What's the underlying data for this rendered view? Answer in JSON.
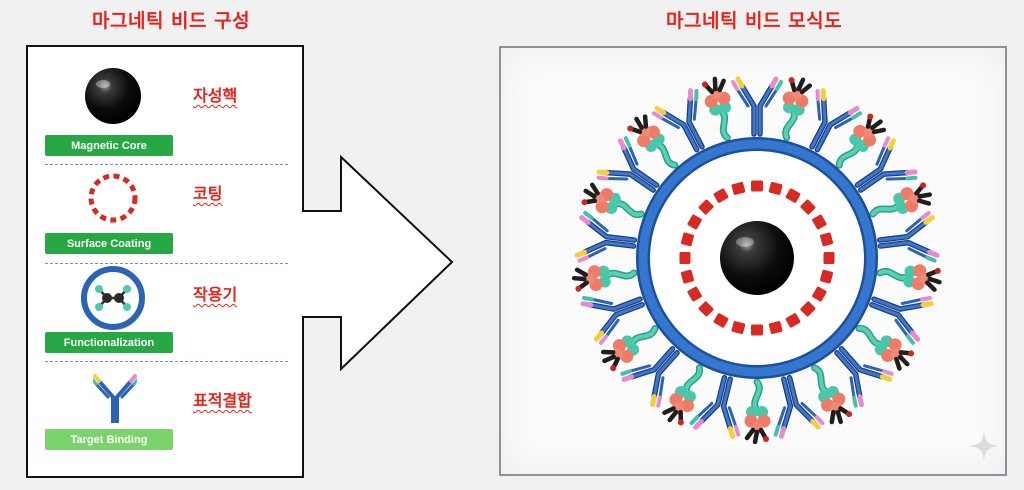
{
  "titles": {
    "composition": "마그네틱 비드 구성",
    "schematic": "마그네틱 비드 모식도"
  },
  "components": [
    {
      "label_ko": "자성핵",
      "tag": "Magnetic Core",
      "icon": "magnetic-core-sphere-icon"
    },
    {
      "label_ko": "코팅",
      "tag": "Surface Coating",
      "icon": "dashed-ring-icon"
    },
    {
      "label_ko": "작용기",
      "tag": "Functionalization",
      "icon": "molecule-in-ring-icon"
    },
    {
      "label_ko": "표적결합",
      "tag": "Target Binding",
      "icon": "antibody-icon"
    }
  ],
  "colors": {
    "title_red": "#e5231b",
    "tag_green": "#27a845",
    "tag_light_green": "#7bd36b",
    "ring_blue": "#2b63b5",
    "coating_red": "#d62a22",
    "linker_teal": "#48c4a8",
    "target_salmon": "#ee7a68"
  }
}
